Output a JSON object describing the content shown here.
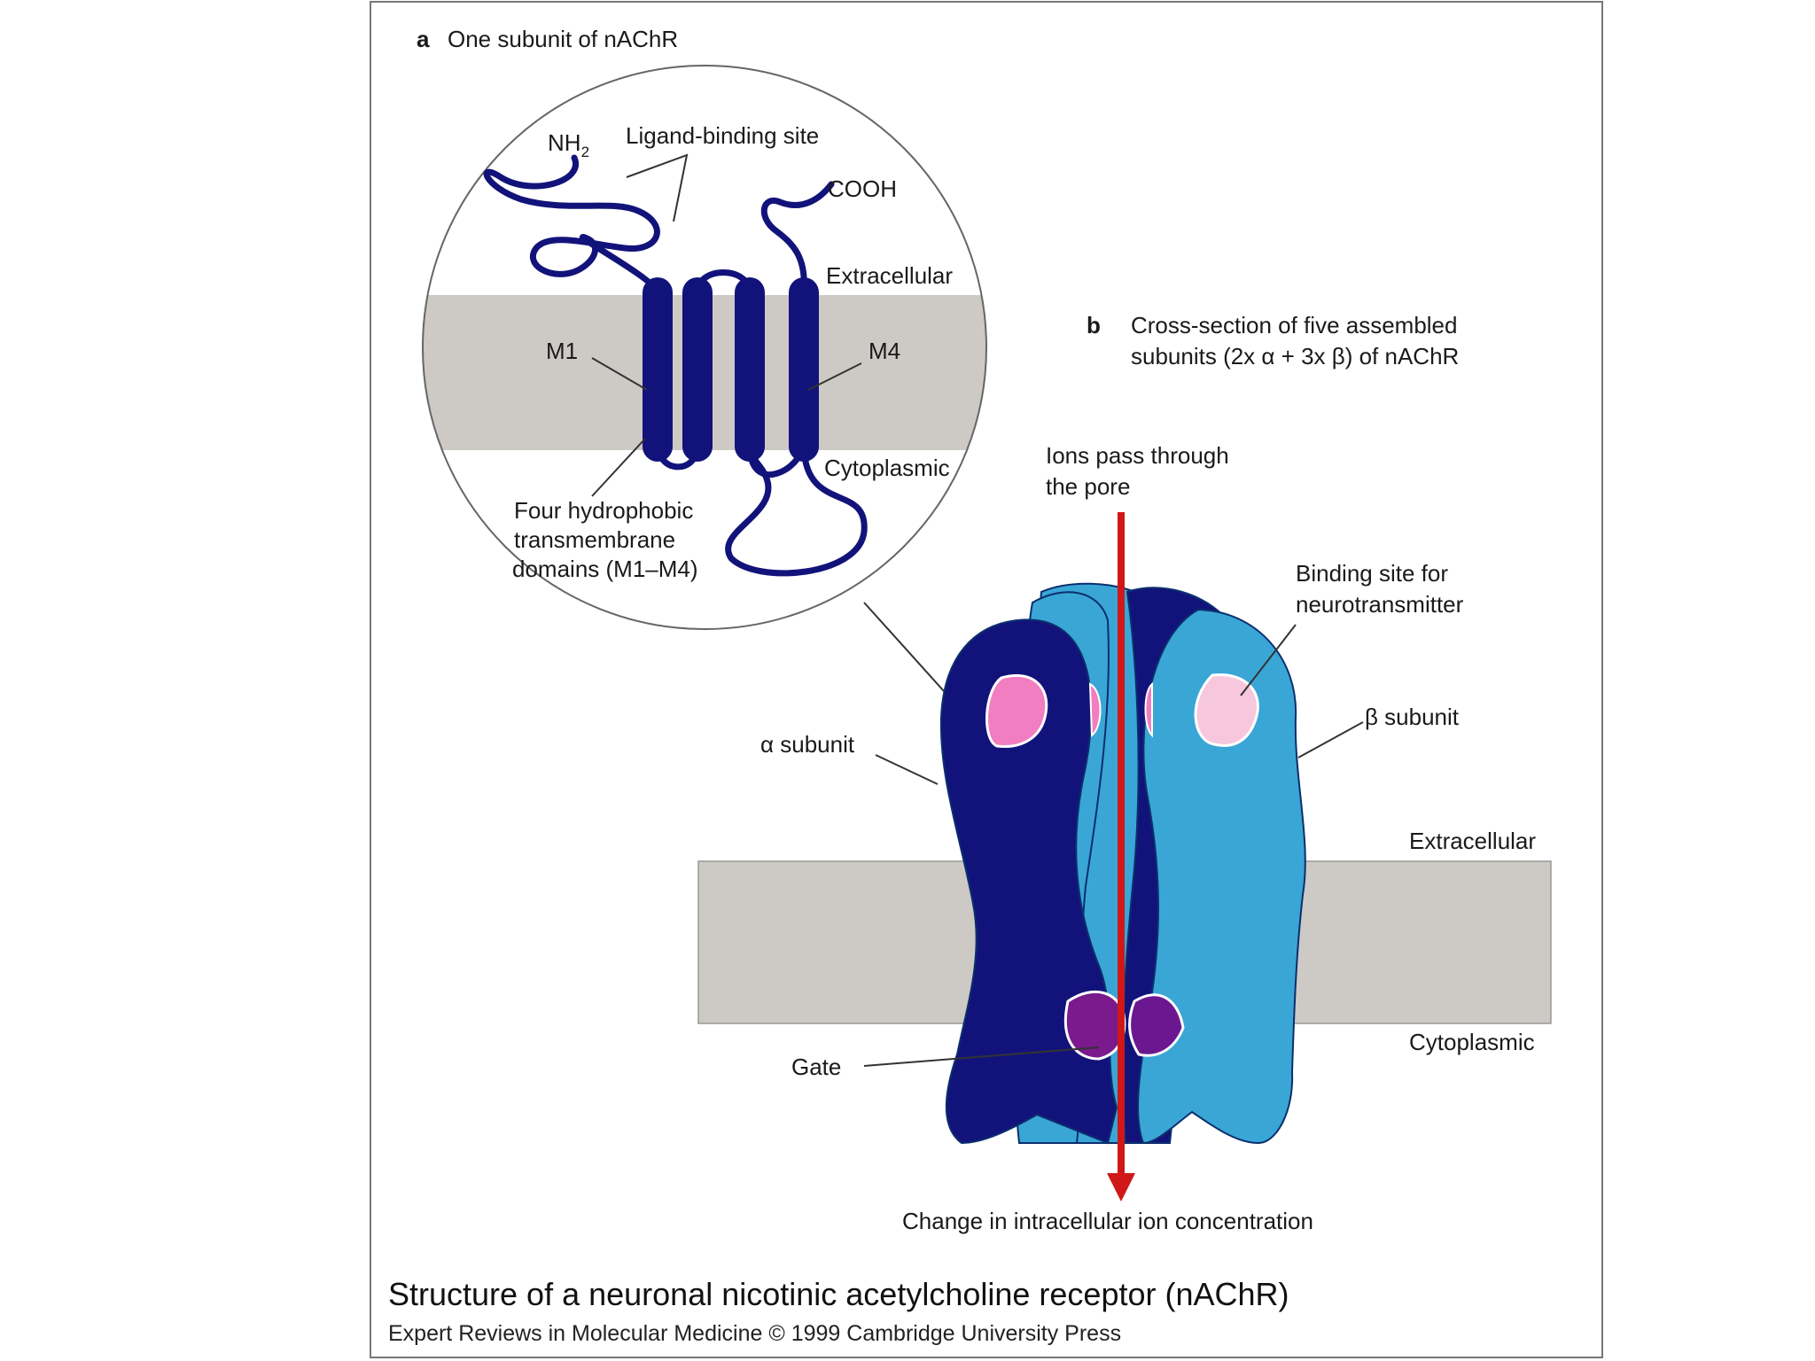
{
  "panel_a": {
    "letter": "a",
    "title": "One subunit of nAChR",
    "labels": {
      "nh2_main": "NH",
      "nh2_sub": "2",
      "ligand_binding_site": "Ligand-binding site",
      "cooh": "COOH",
      "extracellular": "Extracellular",
      "cytoplasmic": "Cytoplasmic",
      "m1": "M1",
      "m4": "M4",
      "domains_line1": "Four hydrophobic",
      "domains_line2": "transmembrane",
      "domains_line3": "domains (M1–M4)"
    }
  },
  "panel_b": {
    "letter": "b",
    "title_line1": "Cross-section of five assembled",
    "title_line2": "subunits (2x α + 3x β) of nAChR",
    "labels": {
      "ions_line1": "Ions pass through",
      "ions_line2": "the pore",
      "binding_line1": "Binding site for",
      "binding_line2": "neurotransmitter",
      "beta_subunit": "β subunit",
      "alpha_subunit": "α subunit",
      "extracellular": "Extracellular",
      "cytoplasmic": "Cytoplasmic",
      "gate": "Gate",
      "change": "Change in intracellular ion concentration"
    }
  },
  "caption": {
    "title": "Structure of a neuronal nicotinic acetylcholine receptor (nAChR)",
    "credit": "Expert Reviews in Molecular Medicine © 1999 Cambridge University Press"
  },
  "colors": {
    "alpha_subunit": "#12137a",
    "beta_subunit": "#3aa6d6",
    "protein_chain": "#12137a",
    "membrane": "#cdc9c4",
    "binding_site_alpha": "#f07ec0",
    "binding_site_beta": "#f7c8dd",
    "gate": "#7a1a8c",
    "ion_arrow": "#d01818"
  }
}
